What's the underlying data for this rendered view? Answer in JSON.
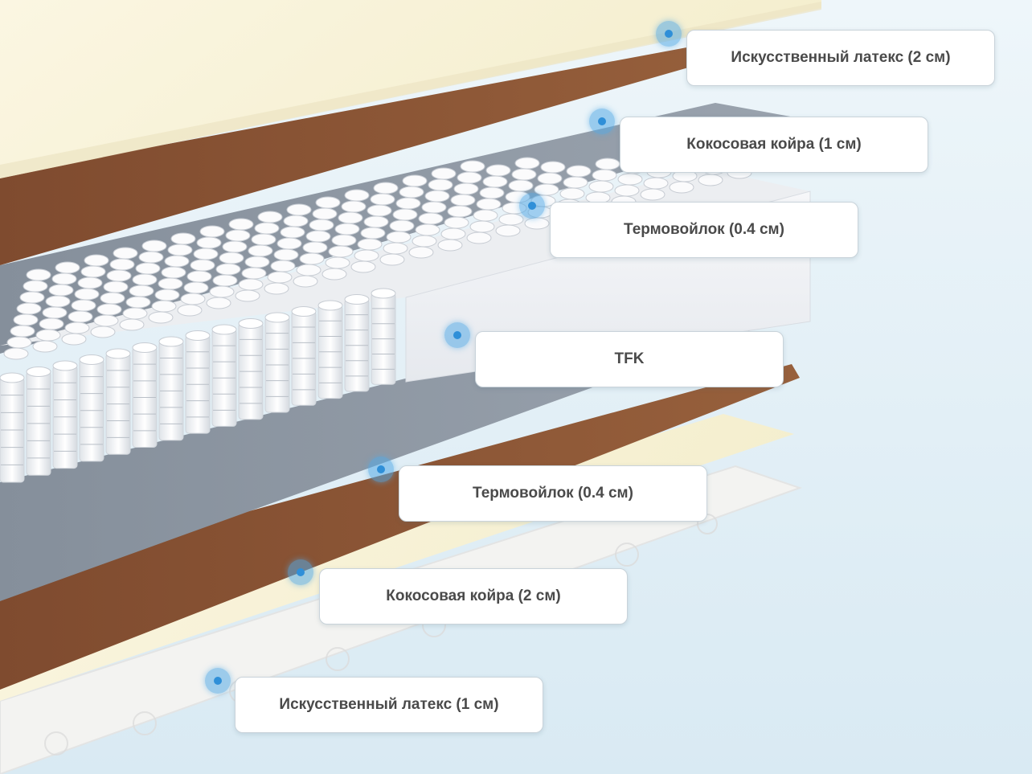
{
  "layers": [
    {
      "id": "latex-top",
      "label": "Искусственный латекс (2 см)"
    },
    {
      "id": "coir-top",
      "label": "Кокосовая койра (1 см)"
    },
    {
      "id": "felt-top",
      "label": "Термовойлок (0.4 см)"
    },
    {
      "id": "springs",
      "label": "TFK"
    },
    {
      "id": "felt-bottom",
      "label": "Термовойлок (0.4 см)"
    },
    {
      "id": "coir-bottom",
      "label": "Кокосовая койра (2 см)"
    },
    {
      "id": "latex-bottom",
      "label": "Искусственный латекс (1 см)"
    }
  ],
  "colors": {
    "latex": "#f7f1d7",
    "coir": "#8a5535",
    "felt": "#8e98a4",
    "springs": "#f4f5f7",
    "cover": "#f4f4f2",
    "marker": "#3f9be0"
  }
}
